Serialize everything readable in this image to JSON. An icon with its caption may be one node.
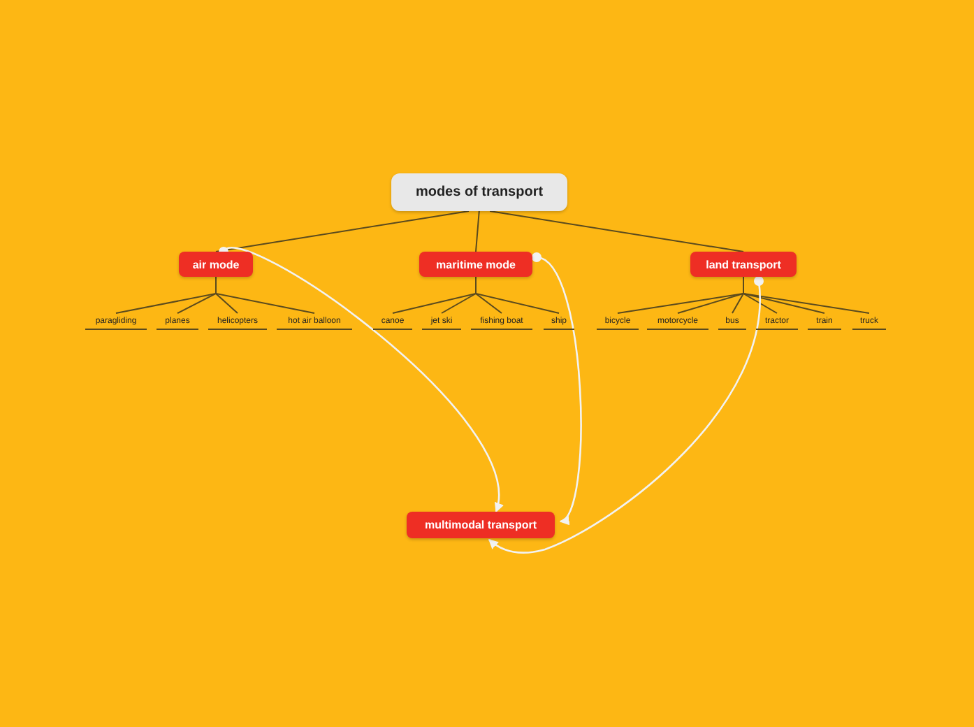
{
  "diagram": {
    "nodes": [
      {
        "text": [
          "modes of transport"
        ]
      },
      {
        "text": [
          "air mode"
        ]
      },
      {
        "text": [
          "maritime mode"
        ]
      },
      {
        "text": [
          "land transport"
        ]
      },
      {
        "text": [
          "paragliding"
        ]
      },
      {
        "text": [
          "planes"
        ]
      },
      {
        "text": [
          "helicopters"
        ]
      },
      {
        "text": [
          "hot air balloon"
        ]
      },
      {
        "text": [
          "canoe"
        ]
      },
      {
        "text": [
          "jet ski"
        ]
      },
      {
        "text": [
          "fishing boat"
        ]
      },
      {
        "text": [
          "ship"
        ]
      },
      {
        "text": [
          "bicycle"
        ]
      },
      {
        "text": [
          "motorcycle"
        ]
      },
      {
        "text": [
          "bus"
        ]
      },
      {
        "text": [
          "tractor"
        ]
      },
      {
        "text": [
          "train"
        ]
      },
      {
        "text": [
          "truck"
        ]
      },
      {
        "text": [
          "multimodal transport"
        ]
      }
    ],
    "edges": [
      {
        "from": 0,
        "to": 1,
        "arrow": "none"
      },
      {
        "from": 0,
        "to": 2,
        "arrow": "none"
      },
      {
        "from": 0,
        "to": 3,
        "arrow": "none"
      },
      {
        "from": 1,
        "to": 4,
        "arrow": "none"
      },
      {
        "from": 1,
        "to": 5,
        "arrow": "none"
      },
      {
        "from": 1,
        "to": 6,
        "arrow": "none"
      },
      {
        "from": 1,
        "to": 7,
        "arrow": "none"
      },
      {
        "from": 2,
        "to": 8,
        "arrow": "none"
      },
      {
        "from": 2,
        "to": 9,
        "arrow": "none"
      },
      {
        "from": 2,
        "to": 10,
        "arrow": "none"
      },
      {
        "from": 2,
        "to": 11,
        "arrow": "none"
      },
      {
        "from": 3,
        "to": 12,
        "arrow": "none"
      },
      {
        "from": 3,
        "to": 13,
        "arrow": "none"
      },
      {
        "from": 3,
        "to": 14,
        "arrow": "none"
      },
      {
        "from": 3,
        "to": 15,
        "arrow": "none"
      },
      {
        "from": 3,
        "to": 16,
        "arrow": "none"
      },
      {
        "from": 3,
        "to": 17,
        "arrow": "none"
      },
      {
        "from": 1,
        "to": 18,
        "arrow": "to",
        "color": "#f2f2f2"
      },
      {
        "from": 2,
        "to": 18,
        "arrow": "to",
        "color": "#f2f2f2"
      },
      {
        "from": 3,
        "to": 18,
        "arrow": "to",
        "color": "#f2f2f2"
      }
    ]
  }
}
